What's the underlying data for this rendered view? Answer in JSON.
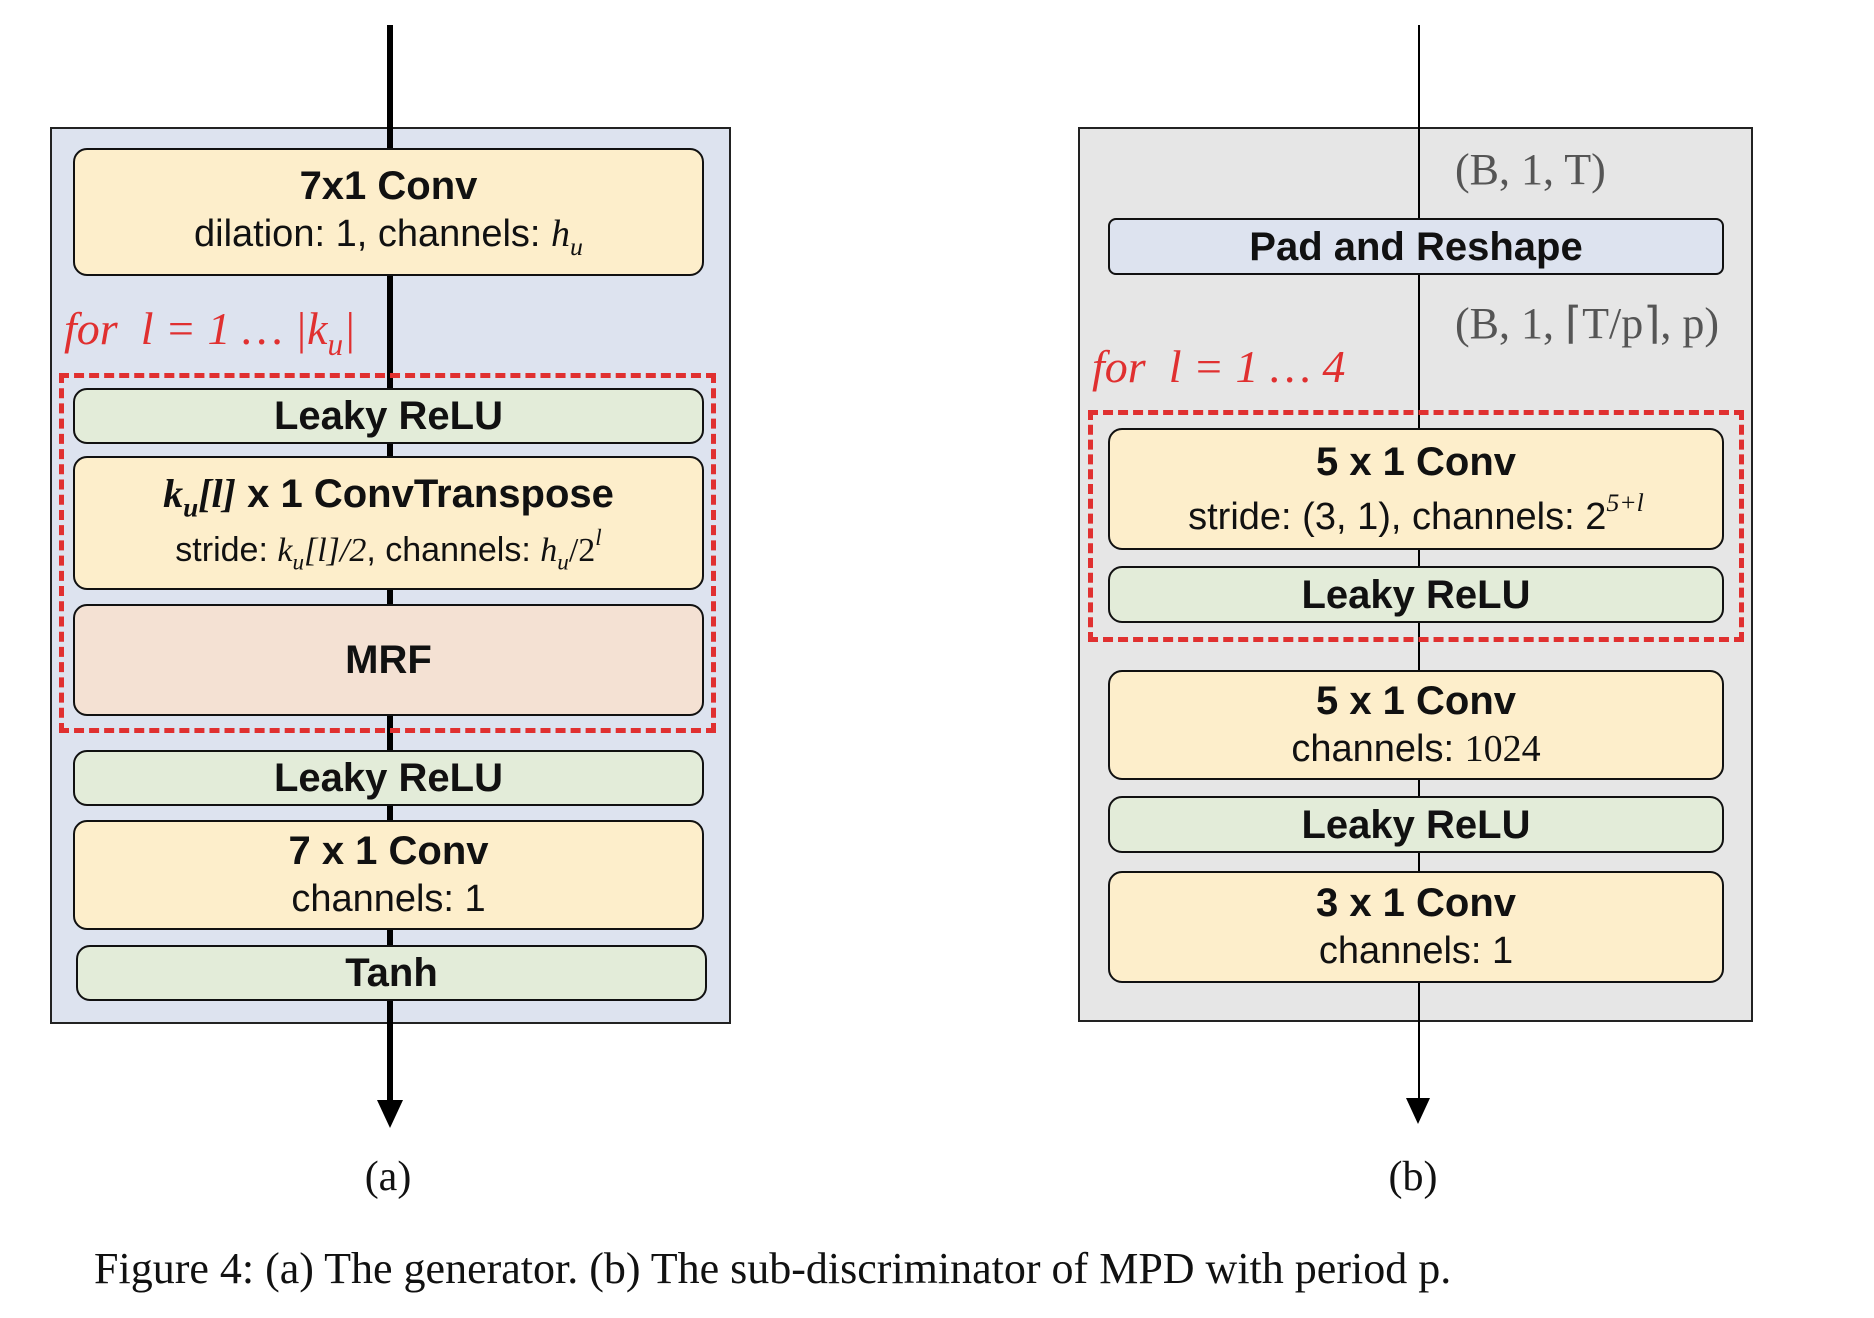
{
  "generator": {
    "conv_in": {
      "title": "7x1 Conv",
      "detail_prefix": "dilation: 1, channels: ",
      "detail_var": "h",
      "detail_var_sub": "u"
    },
    "loop_label": {
      "keyword": "for",
      "var": "l",
      "range_text": " = 1 … |k",
      "range_sub": "u",
      "range_end": "|"
    },
    "loop_relu": "Leaky ReLU",
    "conv_transpose": {
      "title_k": "k",
      "title_k_sub": "u",
      "title_index": "[l]",
      "title_rest": " x 1  ConvTranspose",
      "stride_prefix": "stride: ",
      "stride_var": "k",
      "stride_var_sub": "u",
      "stride_rest": "[l]/2",
      "channels_prefix": ", channels: ",
      "channels_var": "h",
      "channels_var_sub": "u",
      "channels_rest": "/2",
      "channels_exp": "l"
    },
    "mrf": "MRF",
    "relu_out": "Leaky ReLU",
    "conv_out": {
      "title": "7 x 1  Conv",
      "detail": "channels: 1"
    },
    "tanh": "Tanh",
    "caption": "(a)"
  },
  "discriminator": {
    "input_shape": "(B, 1, T)",
    "pad_reshape": "Pad and Reshape",
    "reshaped_shape": "(B, 1, ⌈T/p⌉, p)",
    "loop_label": {
      "keyword": "for",
      "var": "l",
      "range_text": " = 1 … 4"
    },
    "loop_conv": {
      "title": "5 x 1  Conv",
      "detail_prefix": "stride: (3, 1), channels: 2",
      "detail_exp": "5+l"
    },
    "loop_relu": "Leaky ReLU",
    "conv_1024": {
      "title": "5 x 1  Conv",
      "detail_prefix": "channels: ",
      "detail_value": "1024"
    },
    "relu": "Leaky ReLU",
    "conv_out": {
      "title": "3 x 1  Conv",
      "detail": "channels: 1"
    },
    "caption": "(b)"
  },
  "figure_caption": "Figure 4: (a) The generator. (b) The sub-discriminator of MPD with period p."
}
